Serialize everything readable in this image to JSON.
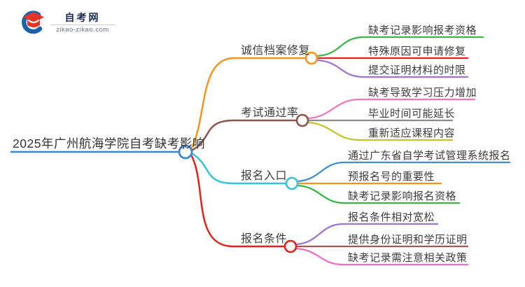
{
  "logo": {
    "site_name": "自考网",
    "site_url": "zikao-zikao.com",
    "brand_blue": "#1b62a8",
    "cap_red": "#e5352b"
  },
  "mindmap": {
    "root": {
      "label": "2025年广州航海学院自考缺考影响",
      "color": "#3e86c8"
    },
    "branches": [
      {
        "label": "诚信档案修复",
        "color": "#f7941e",
        "children": [
          {
            "label": "缺考记录影响报考资格",
            "color": "#3bb54a"
          },
          {
            "label": "特殊原因可申请修复",
            "color": "#e0241b"
          },
          {
            "label": "提交证明材料的时限",
            "color": "#9b75d0"
          }
        ]
      },
      {
        "label": "考试通过率",
        "color": "#8a594e",
        "children": [
          {
            "label": "缺考导致学习压力增加",
            "color": "#f07ab8"
          },
          {
            "label": "毕业时间可能延长",
            "color": "#8c8c8c"
          },
          {
            "label": "重新适应课程内容",
            "color": "#c2c32e"
          }
        ]
      },
      {
        "label": "报名入口",
        "color": "#35c3da",
        "children": [
          {
            "label": "通过广东省自学考试管理系统报名",
            "color": "#3f8ed0"
          },
          {
            "label": "预报名号的重要性",
            "color": "#f7941e"
          },
          {
            "label": "缺考记录影响报名资格",
            "color": "#3bb54a"
          }
        ]
      },
      {
        "label": "报名条件",
        "color": "#e0241b",
        "children": [
          {
            "label": "报名条件相对宽松",
            "color": "#9b75d0"
          },
          {
            "label": "提供身份证明和学历证明",
            "color": "#a5584e"
          },
          {
            "label": "缺考记录需注意相关政策",
            "color": "#ee6ec6"
          }
        ]
      }
    ]
  }
}
